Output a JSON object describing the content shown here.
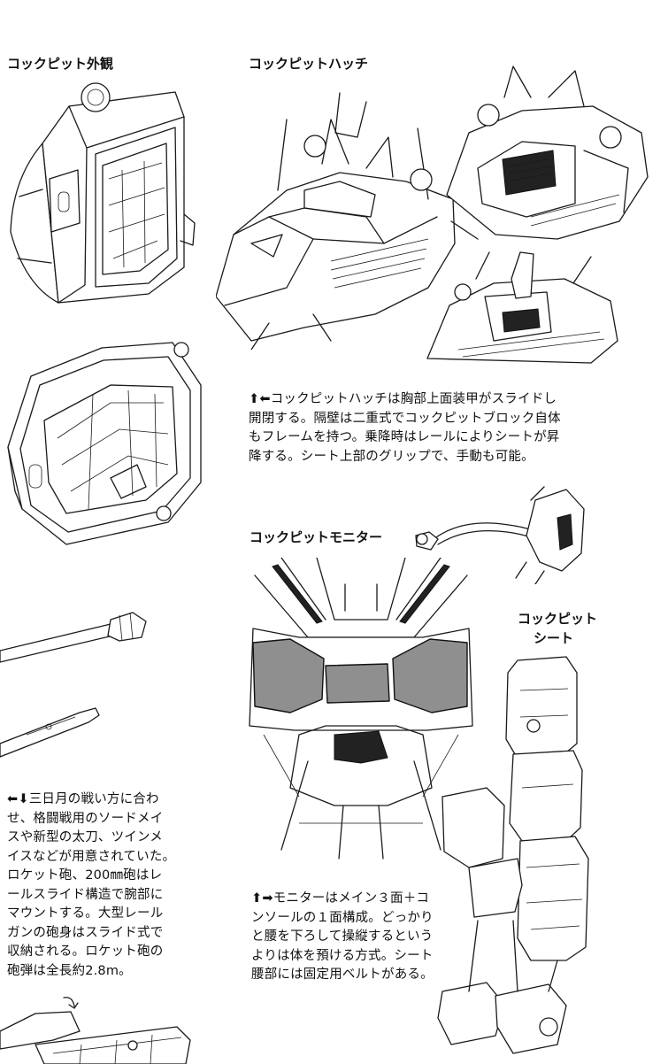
{
  "headings": {
    "exterior": "コックピット外観",
    "hatch": "コックピットハッチ",
    "monitor": "コックピットモニター",
    "seat_line1": "コックピット",
    "seat_line2": "シート"
  },
  "captions": {
    "hatch": "⬆⬅コックピットハッチは胸部上面装甲がスライドし\n開閉する。隔壁は二重式でコックピットブロック自体\nもフレームを持つ。乗降時はレールによりシートが昇\n降する。シート上部のグリップで、手動も可能。",
    "weapons": "⬅⬇三日月の戦い方に合わ\nせ、格闘戦用のソードメイ\nスや新型の太刀、ツインメ\nイスなどが用意されていた。\nロケット砲、200㎜砲はレ\nールスライド構造で腕部に\nマウントする。大型レール\nガンの砲身はスライド式で\n収納される。ロケット砲の\n砲弾は全長約2.8m。",
    "monitor": "⬆➡モニターはメイン３面＋コ\nンソールの１面構成。どっかり\nと腰を下ろして操縦するという\nよりは体を預ける方式。シート\n腰部には固定用ベルトがある。"
  },
  "illustrations": {
    "exterior_top": "cockpit-exterior-front-illustration",
    "exterior_bottom": "cockpit-exterior-rear-illustration",
    "hatch_closed": "cockpit-hatch-closed-illustration",
    "hatch_open": "cockpit-hatch-open-illustration",
    "hatch_seat_raised": "cockpit-hatch-seat-raised-illustration",
    "weapons": "weapons-illustration",
    "monitor": "cockpit-monitor-illustration",
    "seat": "cockpit-seat-illustration",
    "grip": "seat-grip-illustration",
    "gun_bottom": "railgun-illustration"
  },
  "colors": {
    "ink": "#111111",
    "screen_gray": "#8f8f8f",
    "background": "#ffffff"
  }
}
